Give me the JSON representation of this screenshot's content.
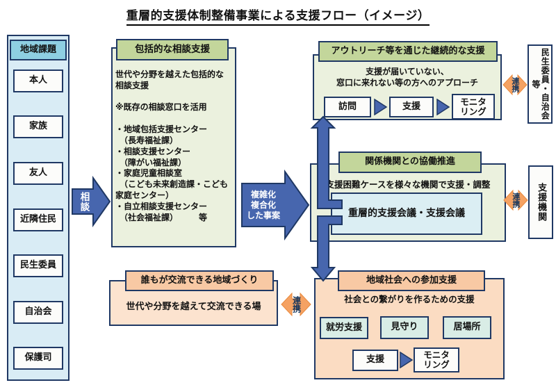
{
  "title": "重層的支援体制整備事業による支援フロー（イメージ）",
  "colors": {
    "navy_border": "#1f3864",
    "arrow_blue": "#4766ae",
    "header_blue": "#8ecfe2",
    "body_blue": "#d9ecf5",
    "header_green": "#c3d69b",
    "body_green": "#ebf1de",
    "inner_blue_box": "#dbeef3",
    "mint_box": "#d9ede6",
    "header_orange": "#f8c9a4",
    "body_orange": "#fbdcc2",
    "body_orange_light": "#fce3cf",
    "renkei_orange": "#f5a263"
  },
  "left_column": {
    "header": "地域課題",
    "items": [
      "本人",
      "家族",
      "友人",
      "近隣住民",
      "民生委員",
      "自治会",
      "保護司"
    ]
  },
  "arrows": {
    "soudan": "相談",
    "fukuzatsu": "複雑化\n複合化\nした事案",
    "renkei_1": "連携",
    "renkei_2": "連携",
    "renkei_3": "連携"
  },
  "houkatsu_box": {
    "header": "包括的な相談支援",
    "body": "世代や分野を越えた包括的な\n相談支援\n\n※既存の相談窓口を活用\n\n・地域包括支援センター\n　（長寿福祉課）\n・相談支援センター\n　（障がい福祉課）\n・家庭児童相談室\n　（こども未来創造課・こども\n家庭センター）\n・自立相談支援センター\n　（社会福祉課）　　　等"
  },
  "outreach_box": {
    "header": "アウトリーチ等を通じた継続的な支援",
    "body": "支援が届いていない、\n窓口に来れない等の方へのアプローチ",
    "steps": [
      "訪問",
      "支援",
      "モニタ\nリング"
    ]
  },
  "kyodo_box": {
    "header": "関係機関との協働推進",
    "body": "支援困難ケースを様々な機関で支援・調整",
    "inner": "重層的支援会議・支援会議"
  },
  "sanka_box": {
    "header": "地域社会への参加支援",
    "body": "社会との繋がりを作るための支援",
    "items": [
      "就労支援",
      "見守り",
      "居場所"
    ],
    "steps": [
      "支援",
      "モニタ\nリング"
    ]
  },
  "chiiki_box": {
    "header": "誰もが交流できる地域づくり",
    "body": "世代や分野を越えて交流できる場"
  },
  "side_boxes": {
    "minsei": "民生委員・自治会等",
    "shien": "支援機関"
  }
}
